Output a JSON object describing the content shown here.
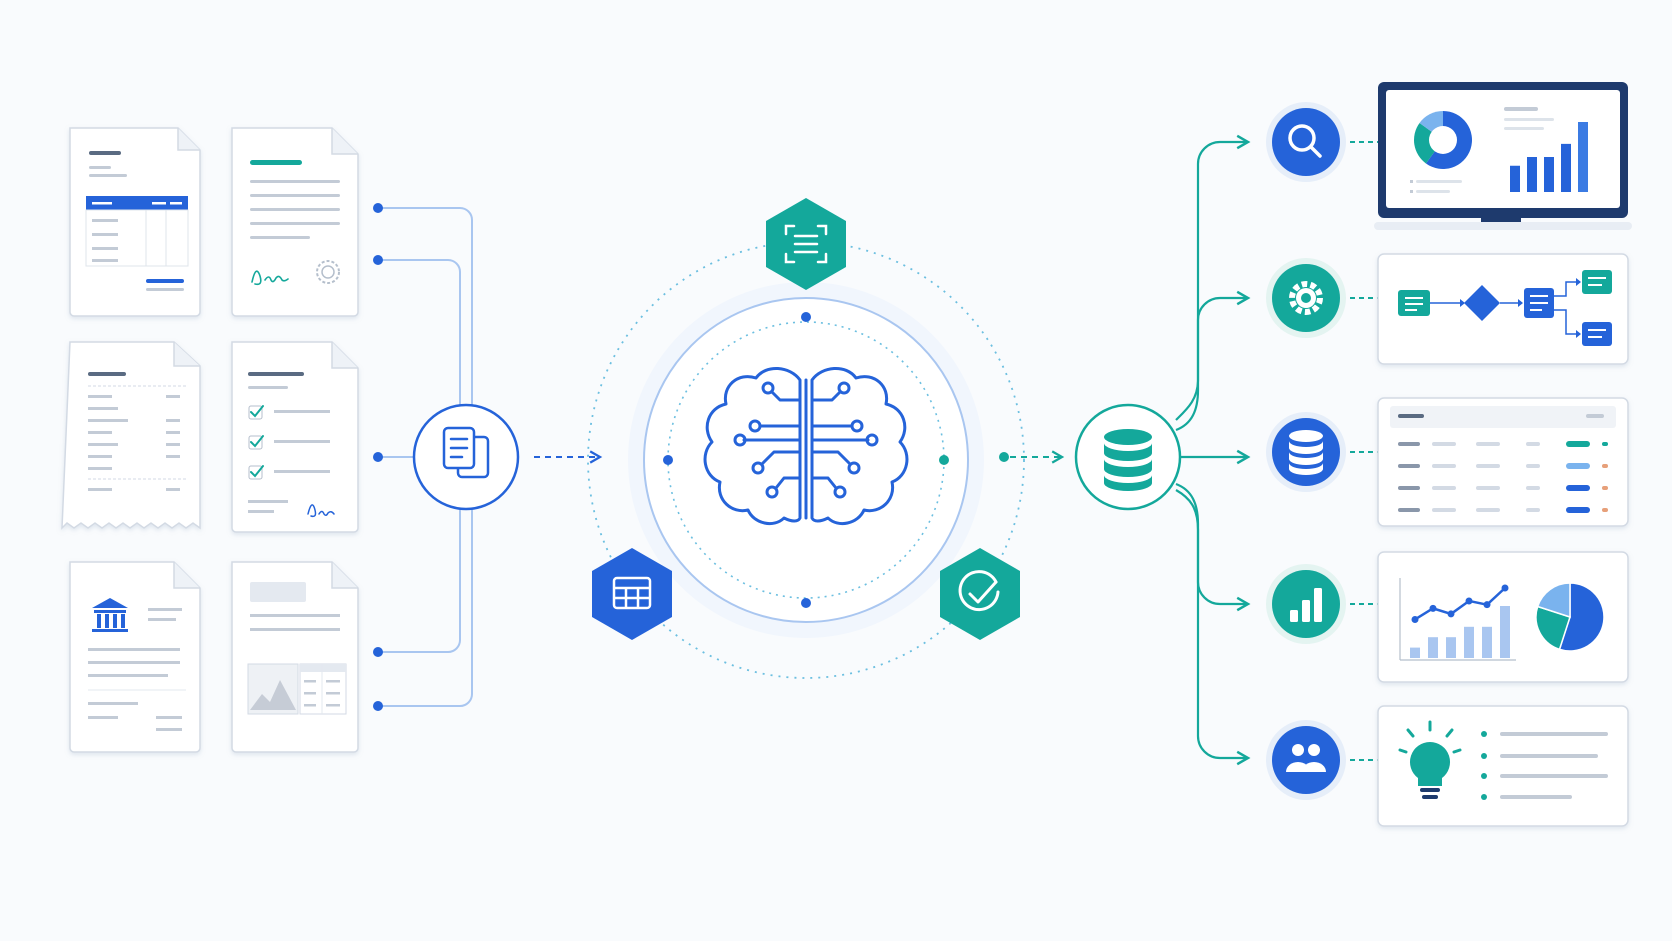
{
  "colors": {
    "primary_blue": "#2563d9",
    "teal": "#14a89b",
    "light_blue": "#a9c6f0",
    "line_gray": "#c9d1dc",
    "doc_border": "#d3dae4",
    "navy": "#1e3a6d",
    "background": "#f9fbfd"
  },
  "documents": [
    {
      "kind": "invoice",
      "icon": "table-icon"
    },
    {
      "kind": "signed-letter",
      "icon": "signature-icon"
    },
    {
      "kind": "receipt",
      "icon": "receipt-icon"
    },
    {
      "kind": "checklist-form",
      "icon": "checkbox-icon"
    },
    {
      "kind": "bank-statement",
      "icon": "bank-icon"
    },
    {
      "kind": "report-with-image",
      "icon": "image-icon"
    }
  ],
  "pipeline": {
    "ingest_icon": "documents-icon",
    "ai_core_icon": "brain-circuit-icon",
    "satellites": [
      "ocr-scan-icon",
      "spreadsheet-icon",
      "verified-check-icon"
    ],
    "storage_icon": "database-icon"
  },
  "outputs": [
    {
      "icon": "search-icon",
      "color": "#2563d9",
      "panel": "dashboard-monitor"
    },
    {
      "icon": "gear-icon",
      "color": "#14a89b",
      "panel": "workflow-flowchart"
    },
    {
      "icon": "database-icon",
      "color": "#2563d9",
      "panel": "data-table"
    },
    {
      "icon": "bar-chart-icon",
      "color": "#14a89b",
      "panel": "analytics-charts"
    },
    {
      "icon": "users-icon",
      "color": "#2563d9",
      "panel": "insights-list"
    }
  ],
  "analytics": {
    "trend_values": [
      2,
      3.2,
      2.6,
      4,
      3.6,
      5.4
    ],
    "bar_values": [
      1,
      2,
      2,
      3,
      3,
      5
    ],
    "pie_shares": [
      0.55,
      0.25,
      0.2
    ]
  },
  "dashboard": {
    "bar_values": [
      3,
      4,
      4,
      5.5,
      8
    ],
    "donut_shares": [
      0.6,
      0.25,
      0.15
    ]
  }
}
